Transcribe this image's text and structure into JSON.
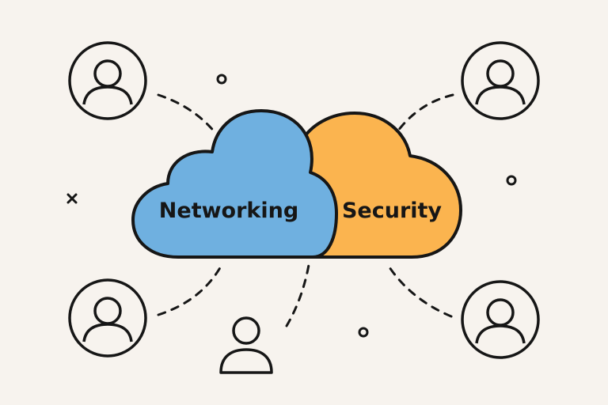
{
  "diagram": {
    "clouds": [
      {
        "id": "networking",
        "label": "Networking",
        "color": "#6fb0e0"
      },
      {
        "id": "security",
        "label": "Security",
        "color": "#fbb44f"
      }
    ],
    "users": [
      {
        "id": "user-top-left"
      },
      {
        "id": "user-top-right"
      },
      {
        "id": "user-bottom-left"
      },
      {
        "id": "user-bottom-center"
      },
      {
        "id": "user-bottom-right"
      }
    ],
    "colors": {
      "background": "#f7f3ee",
      "stroke": "#161616",
      "networking": "#6fb0e0",
      "security": "#fbb44f"
    },
    "decorations": [
      "circle-dot-icon",
      "circle-dot-icon",
      "circle-dot-icon",
      "cross-icon"
    ]
  }
}
